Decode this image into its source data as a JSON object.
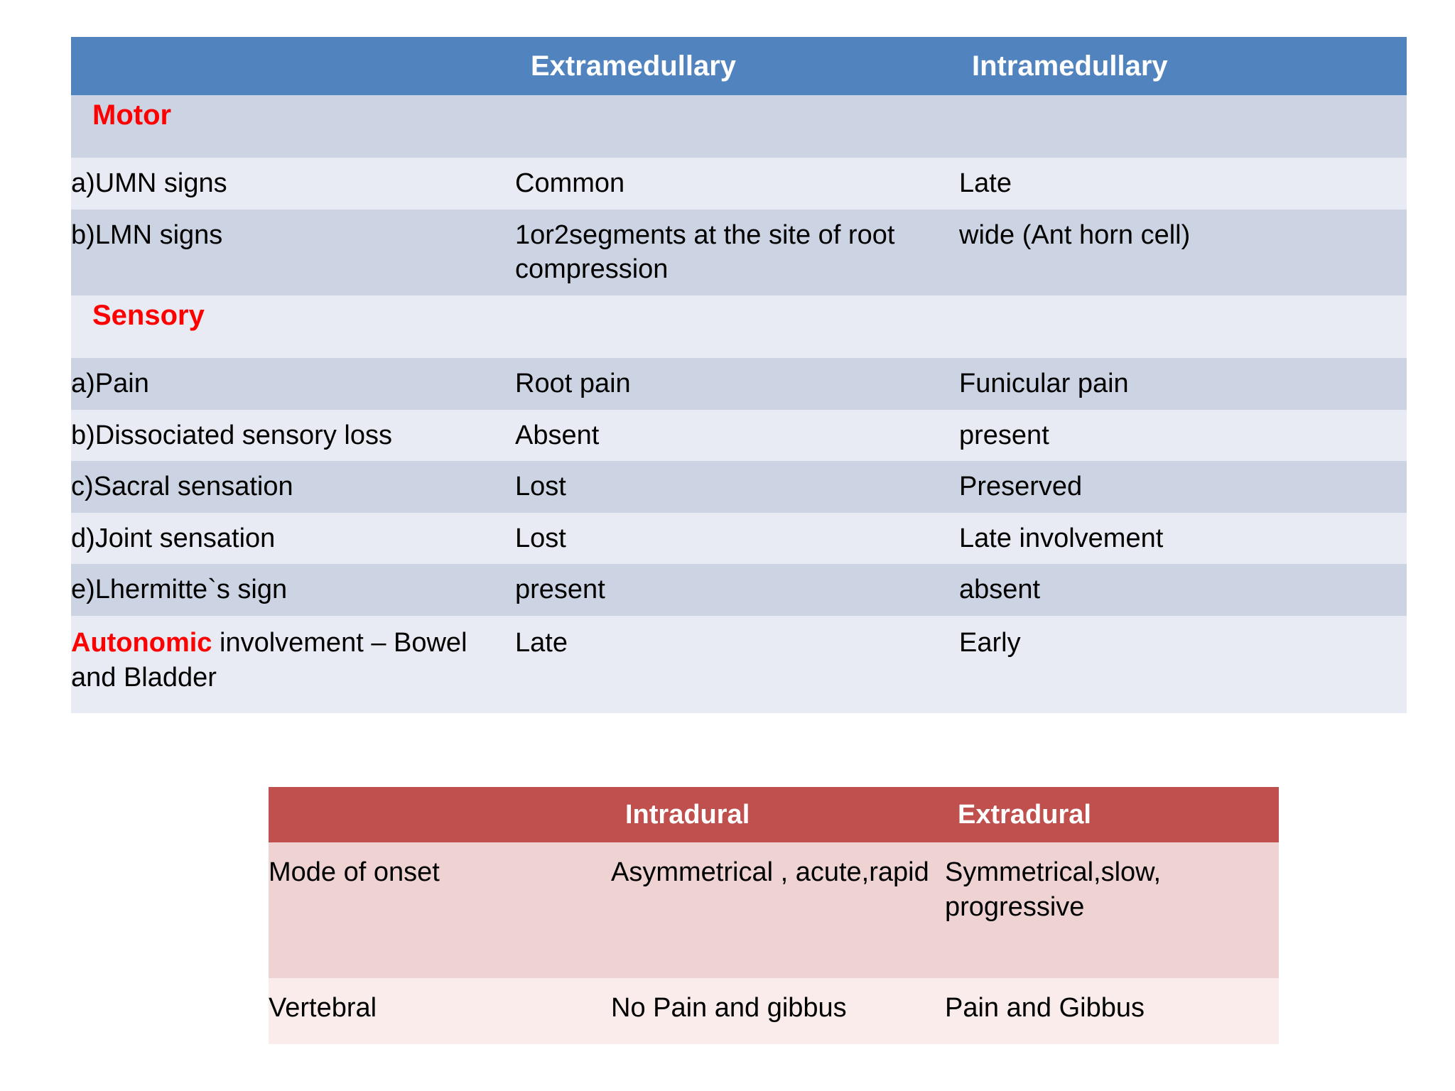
{
  "top_table": {
    "headers": [
      "",
      "Extramedullary",
      "Intramedullary"
    ],
    "sections": [
      {
        "label": "Motor"
      },
      {
        "label": "Sensory"
      }
    ],
    "rows": [
      {
        "feature": "a)UMN signs",
        "extramedullary": "Common",
        "intramedullary": "Late"
      },
      {
        "feature": "b)LMN signs",
        "extramedullary": "1or2segments at the site of root compression",
        "intramedullary": "wide (Ant horn cell)"
      },
      {
        "feature": "a)Pain",
        "extramedullary": "Root pain",
        "intramedullary": "Funicular pain"
      },
      {
        "feature": "b)Dissociated sensory loss",
        "extramedullary": "Absent",
        "intramedullary": "present"
      },
      {
        "feature": "c)Sacral sensation",
        "extramedullary": "Lost",
        "intramedullary": "Preserved"
      },
      {
        "feature": "d)Joint sensation",
        "extramedullary": "Lost",
        "intramedullary": "Late involvement"
      },
      {
        "feature": "e)Lhermitte`s sign",
        "extramedullary": "present",
        "intramedullary": "absent"
      }
    ],
    "autonomic_row": {
      "feature_red": "Autonomic",
      "feature_rest": " involvement – Bowel and Bladder",
      "extramedullary": "Late",
      "intramedullary": "Early"
    }
  },
  "bottom_table": {
    "headers": [
      "",
      "Intradural",
      "Extradural"
    ],
    "rows": [
      {
        "feature": "Mode of onset",
        "intradural": "Asymmetrical , acute,rapid",
        "extradural": "Symmetrical,slow, progressive"
      },
      {
        "feature": "Vertebral",
        "intradural": "No Pain and gibbus",
        "extradural": "Pain and Gibbus"
      }
    ]
  },
  "colors": {
    "top_header_bg": "#5183bf",
    "top_row_dark": "#ccd4e4",
    "top_row_light": "#e8ebf3",
    "bottom_header_bg": "#c0504d",
    "bottom_row_dark": "#eed3d2",
    "bottom_row_light": "#faeceb",
    "section_label": "#ff0000"
  }
}
